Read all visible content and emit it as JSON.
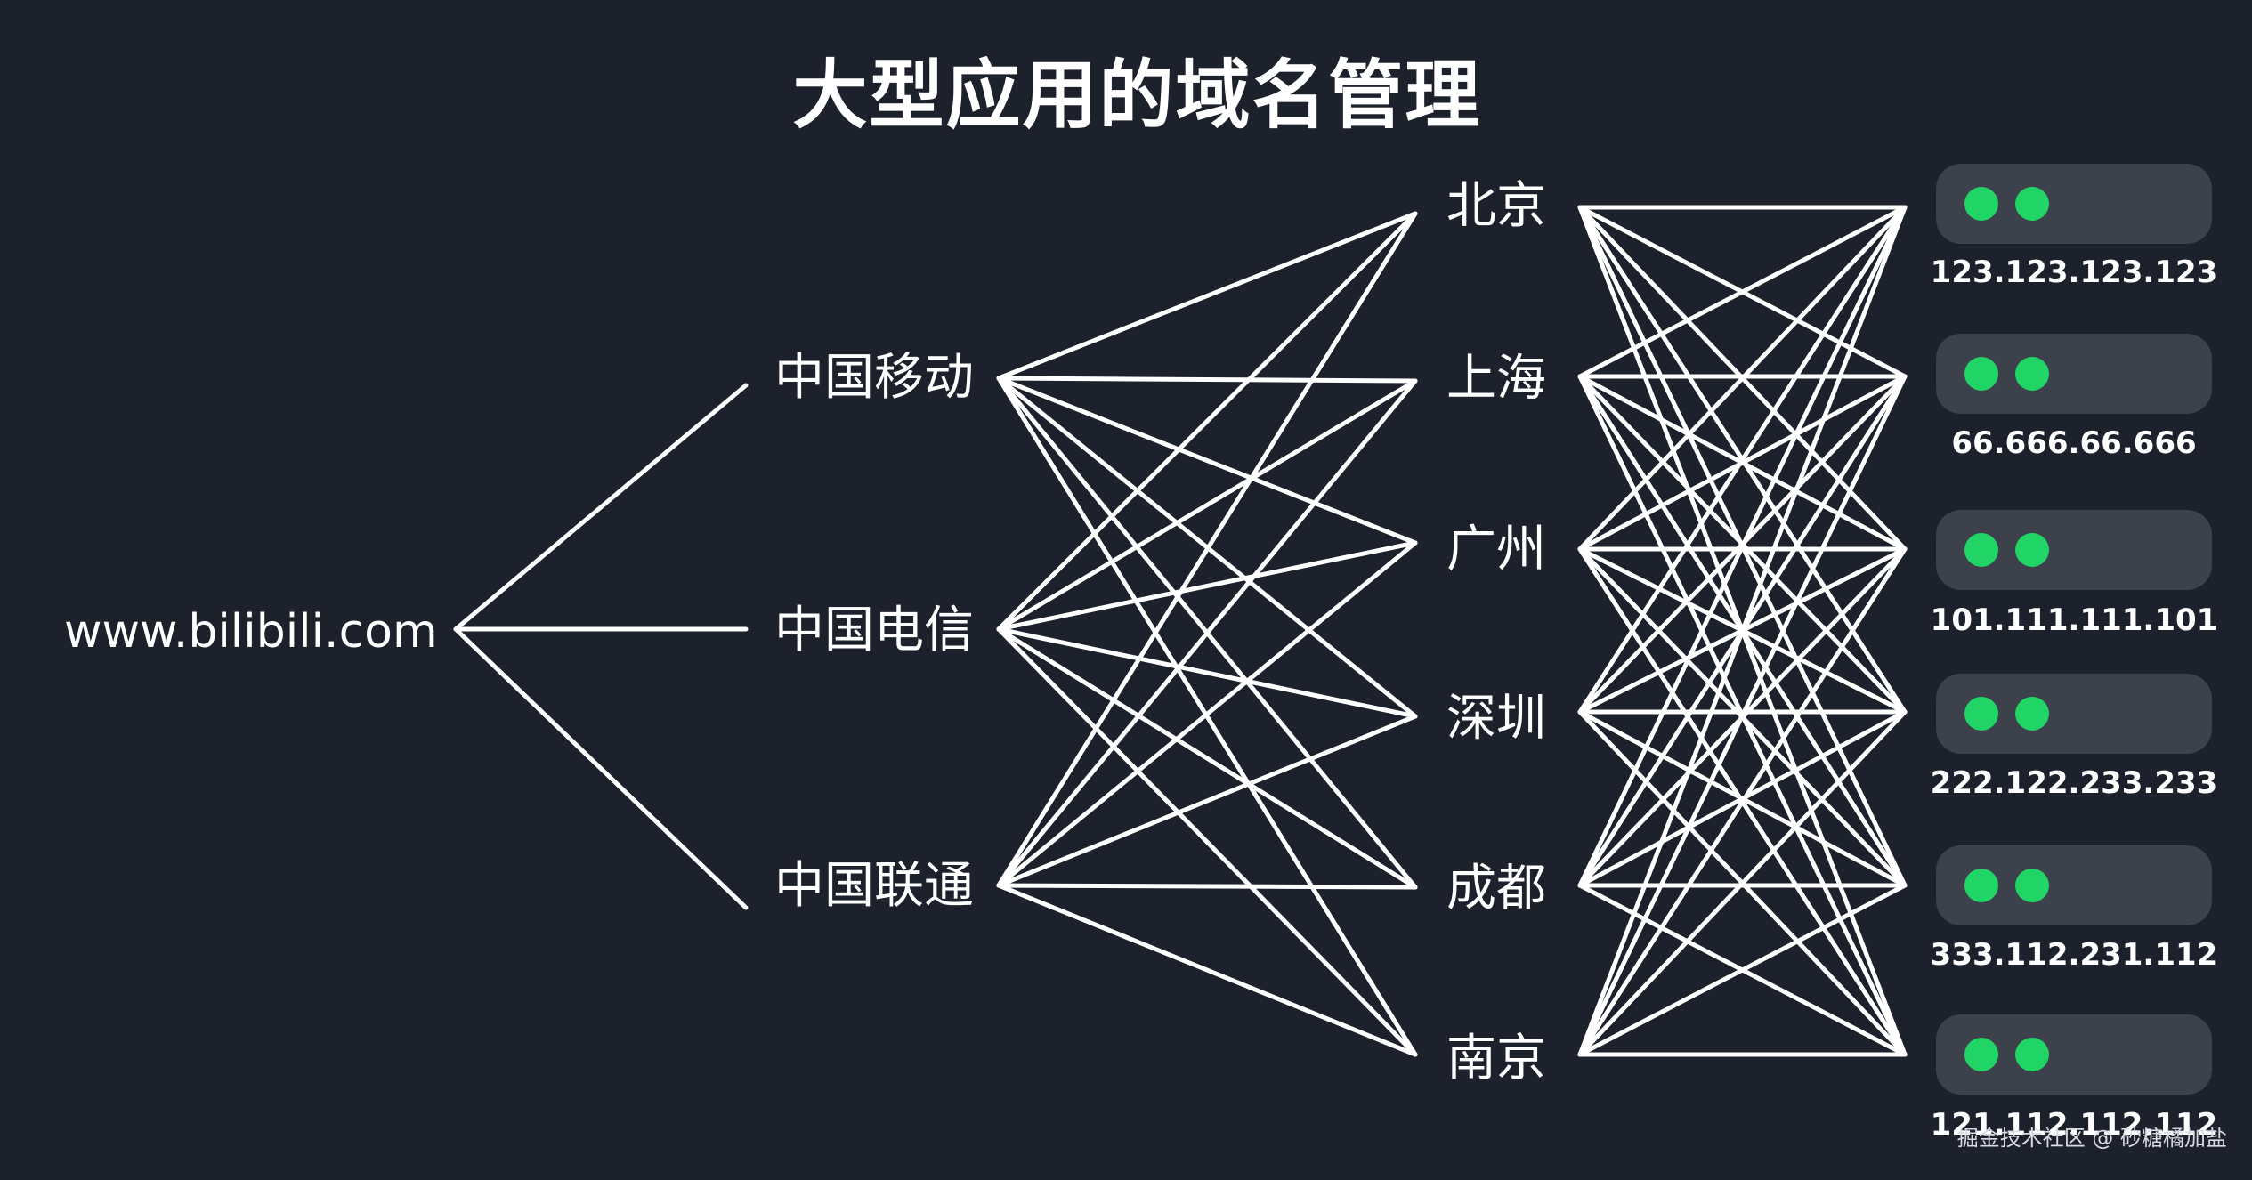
{
  "title": "大型应用的域名管理",
  "domain": "www.bilibili.com",
  "isps": [
    "中国移动",
    "中国电信",
    "中国联通"
  ],
  "cities": [
    "北京",
    "上海",
    "广州",
    "深圳",
    "成都",
    "南京"
  ],
  "servers": [
    {
      "ip": "123.123.123.123"
    },
    {
      "ip": "66.666.66.666"
    },
    {
      "ip": "101.111.111.101"
    },
    {
      "ip": "222.122.233.233"
    },
    {
      "ip": "333.112.231.112"
    },
    {
      "ip": "121.112.112.112"
    }
  ],
  "watermark": "掘金技术社区 @ 砂糖橘加盐",
  "colors": {
    "background": "#1c212c",
    "line": "#ffffff",
    "server_box": "#3c414b",
    "led": "#21d466"
  }
}
